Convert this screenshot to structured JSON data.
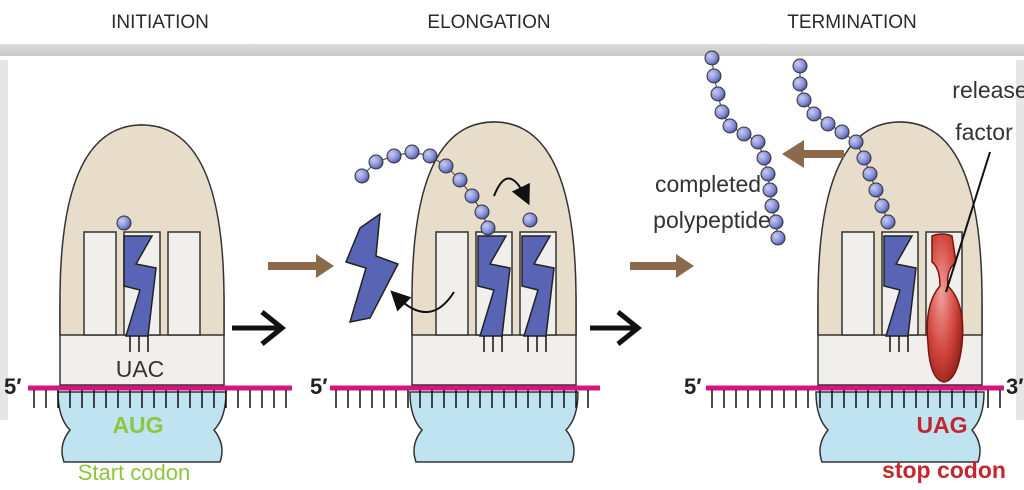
{
  "stages": {
    "initiation": "INITIATION",
    "elongation": "ELONGATION",
    "termination": "TERMINATION"
  },
  "labels": {
    "five_prime": "5′",
    "three_prime": "3′",
    "anticodon": "UAC",
    "start_codon_seq": "AUG",
    "start_codon_caption": "Start codon",
    "stop_codon_seq": "UAG",
    "stop_codon_caption": "stop codon",
    "completed_polypeptide_line1": "completed",
    "completed_polypeptide_line2": "polypeptide",
    "release_factor_line1": "release",
    "release_factor_line2": "factor"
  },
  "colors": {
    "mrna": "#d4147f",
    "ribosome_large": "#e8dccb",
    "ribosome_body": "#f1efec",
    "ribosome_small": "#bfe3f0",
    "trna": "#5a64b4",
    "amino_acid": "#8a92d8",
    "release_factor": "#c8312e",
    "stage_arrow": "#8a6a4a",
    "start_green": "#8dc63f",
    "stop_red": "#c1272d"
  }
}
